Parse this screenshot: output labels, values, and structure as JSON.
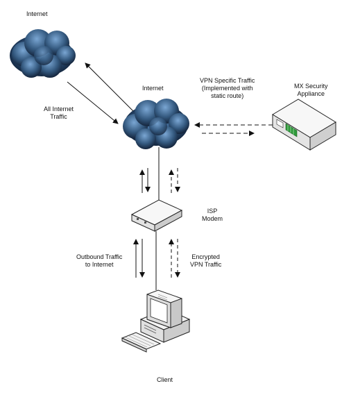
{
  "labels": {
    "internet_top": "Internet",
    "internet_center": "Internet",
    "all_internet_traffic": [
      "All Internet",
      "Traffic"
    ],
    "vpn_specific_traffic": [
      "VPN Specific Traffic",
      "(Implemented with",
      "static route)"
    ],
    "mx_security_appliance": [
      "MX Security",
      "Appliance"
    ],
    "isp_modem": [
      "ISP",
      "Modem"
    ],
    "outbound_traffic": [
      "Outbound Traffic",
      "to Internet"
    ],
    "encrypted_vpn_traffic": [
      "Encrypted",
      "VPN Traffic"
    ],
    "client": "Client"
  },
  "colors": {
    "cloud_dark": "#0f1e33",
    "cloud_light": "#5f8fc0",
    "line": "#111111",
    "device_body": "#f4f4f4",
    "device_edge": "#222222",
    "mx_accent": "#2e9a3a"
  },
  "icons": [
    "cloud-icon",
    "cloud-icon",
    "security-appliance-icon",
    "modem-icon",
    "desktop-computer-icon",
    "keyboard-icon"
  ]
}
